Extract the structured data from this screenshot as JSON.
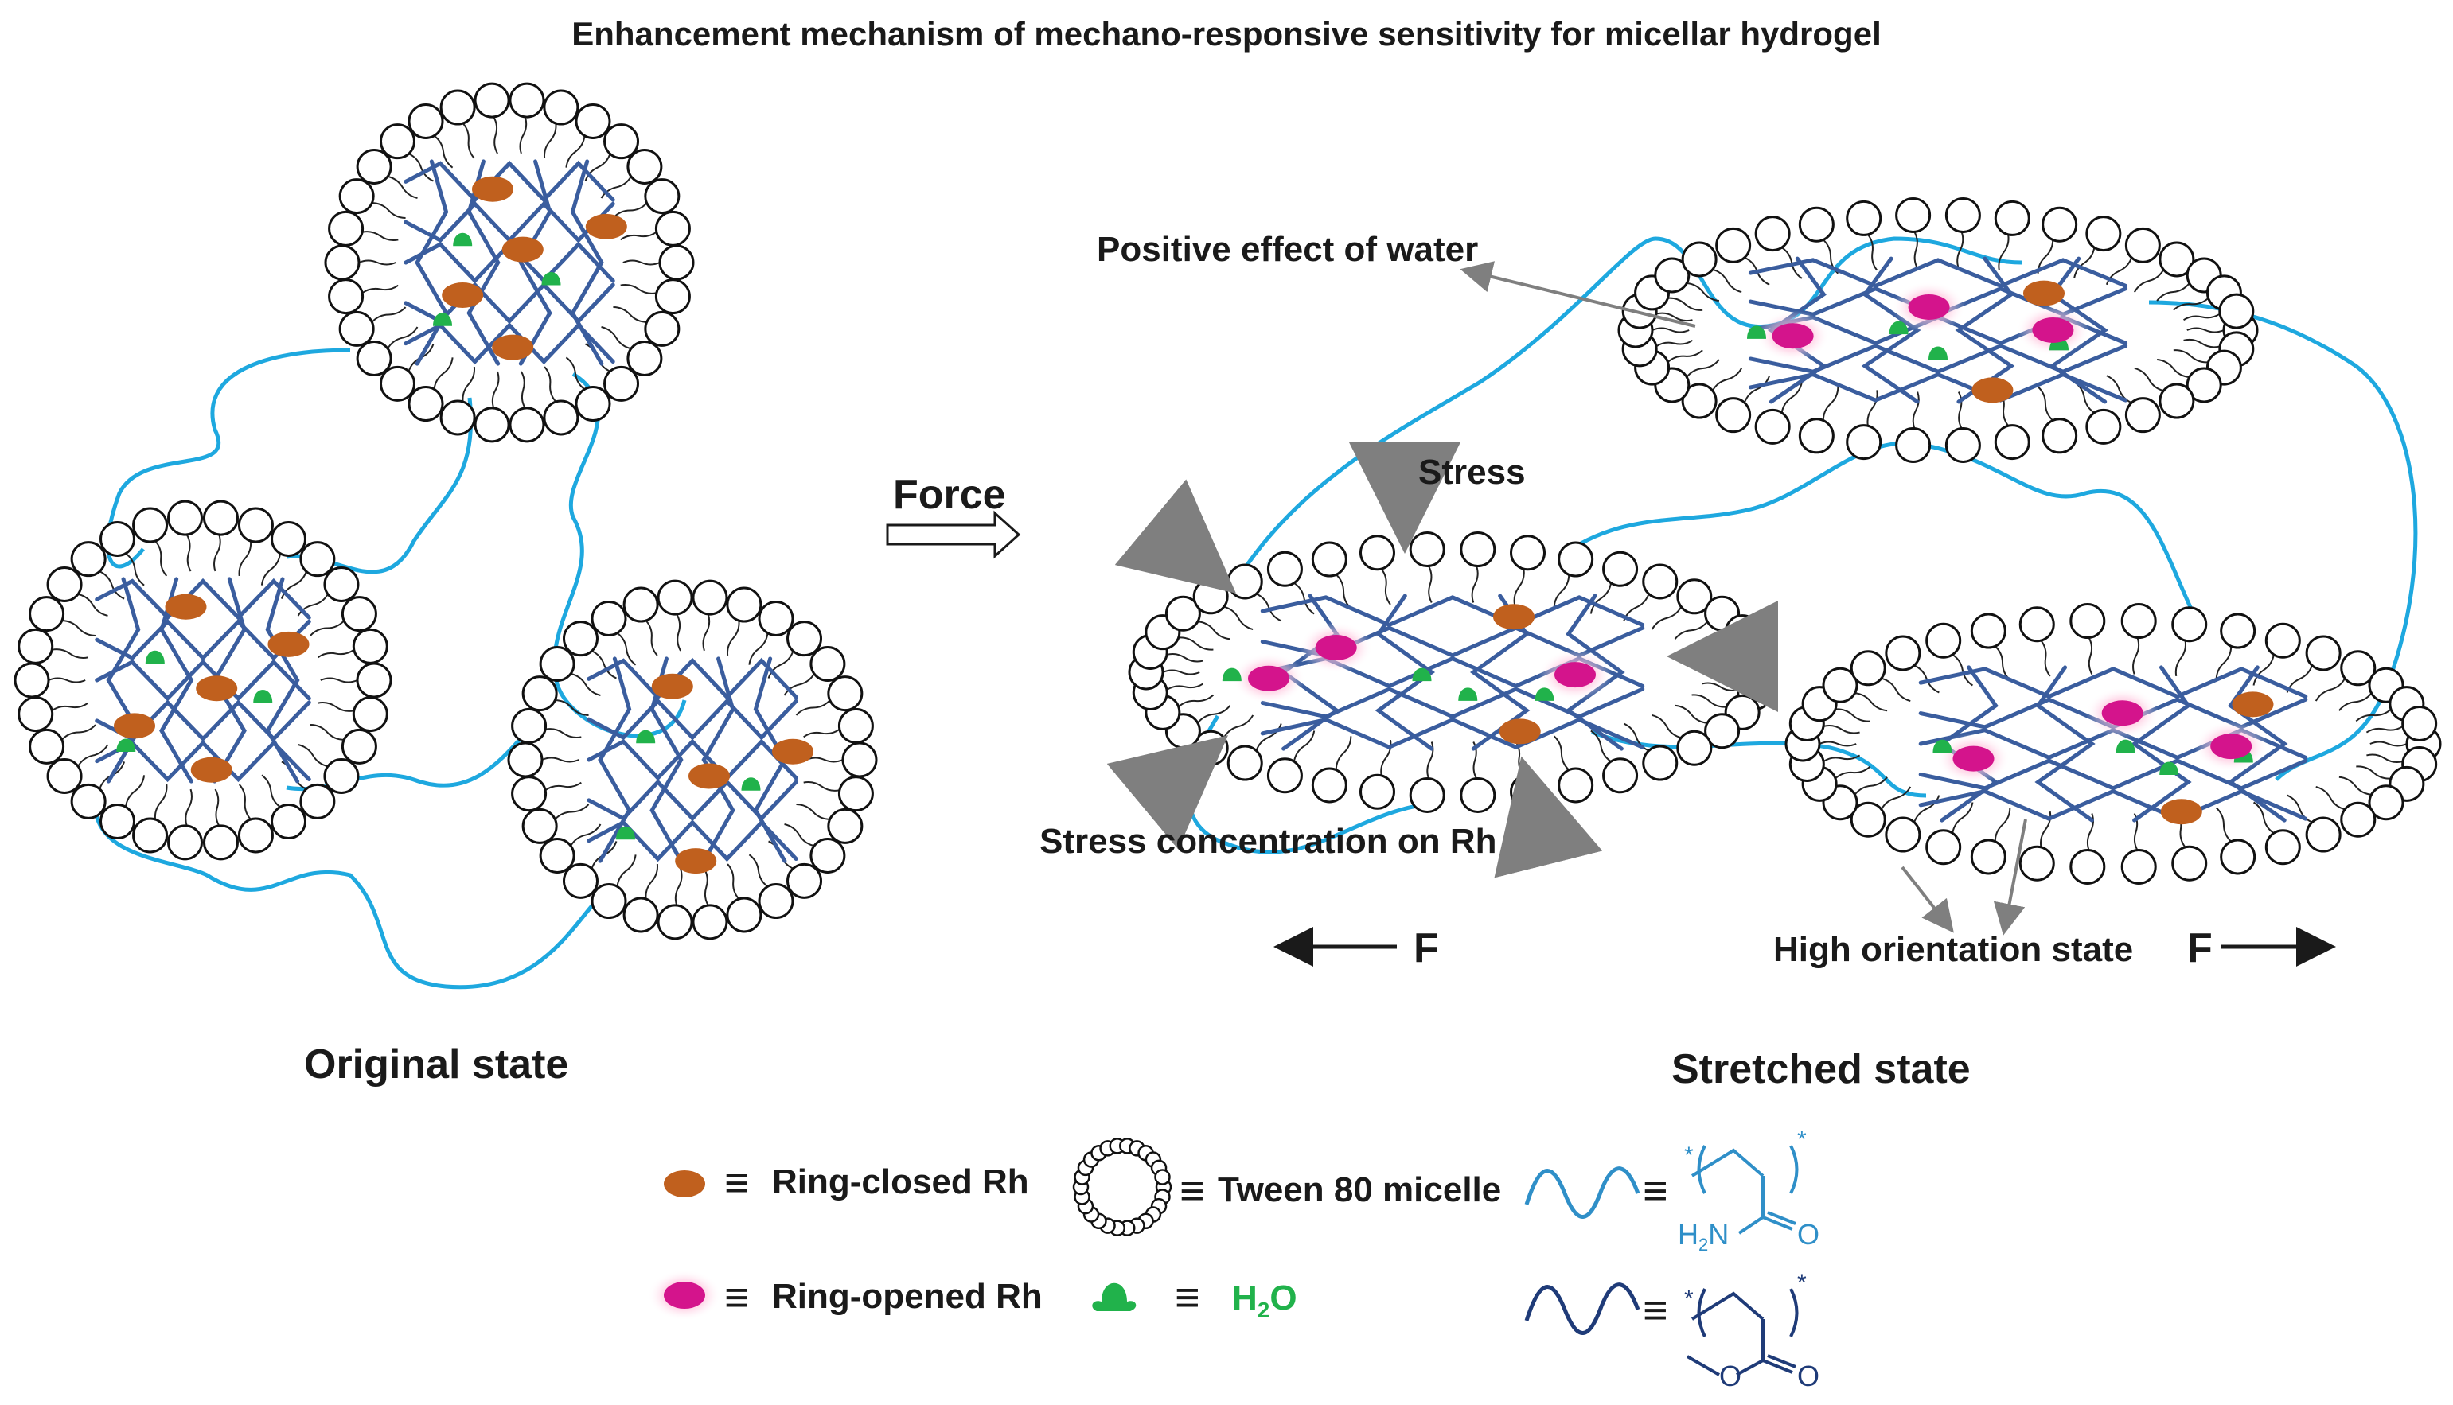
{
  "title": "Enhancement mechanism of mechano-responsive sensitivity for micellar hydrogel",
  "labels": {
    "force": "Force",
    "positive_water": "Positive effect of water",
    "stress": "Stress",
    "stress_concentration": "Stress concentration on Rh",
    "high_orientation": "High orientation state",
    "f_left": "F",
    "f_right": "F",
    "original_state": "Original state",
    "stretched_state": "Stretched state"
  },
  "legend": {
    "equiv_symbol": "≡",
    "ring_closed": "Ring-closed Rh",
    "ring_opened": "Ring-opened Rh",
    "micelle": "Tween 80 micelle",
    "h2o_main": "H",
    "h2o_sub": "2",
    "h2o_tail": "O",
    "struct1_amine": "H",
    "struct1_amine_sub": "2",
    "struct1_amine_tail": "N",
    "struct_oxygen": "O",
    "star": "*"
  },
  "colors": {
    "ring_closed": "#c0601e",
    "ring_opened": "#d4148c",
    "ring_opened_glow": "#ff9ec8",
    "water": "#21b24b",
    "network_chain": "#3a5d9e",
    "bridge_chain": "#1ea8df",
    "arrow_gray": "#7f7f7f",
    "polymer_light": "#2f8fc8",
    "polymer_dark": "#1f3b78",
    "text": "#1a1a1a"
  },
  "icons": [
    "micelle-icon",
    "ring-closed-rh-icon",
    "ring-opened-rh-icon",
    "water-icon",
    "polymer-chain-icon",
    "force-arrow-icon",
    "stress-arrow-icon"
  ]
}
